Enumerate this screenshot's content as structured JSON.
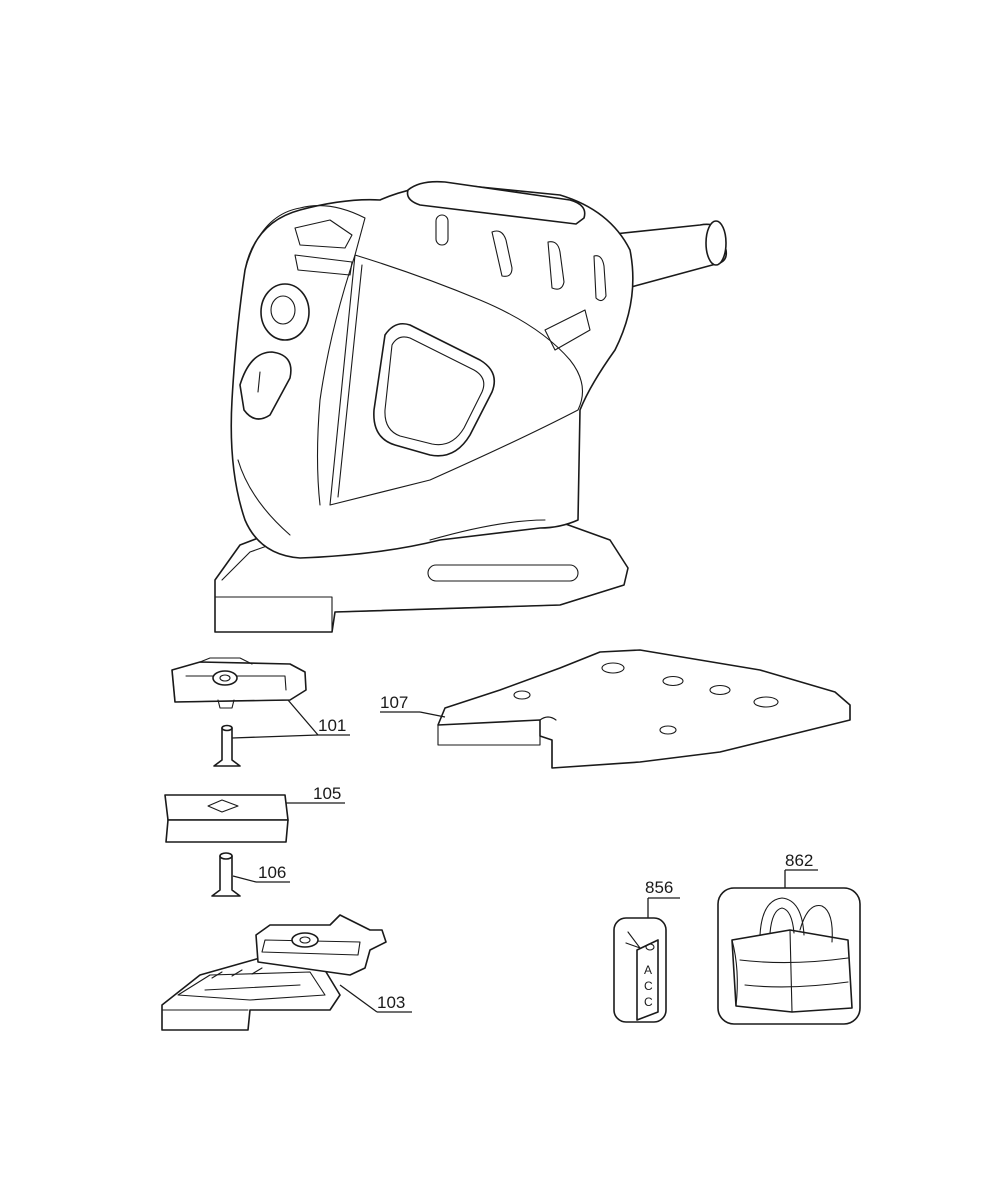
{
  "parts": [
    {
      "id": "101",
      "label": "101"
    },
    {
      "id": "103",
      "label": "103"
    },
    {
      "id": "105",
      "label": "105"
    },
    {
      "id": "106",
      "label": "106"
    },
    {
      "id": "107",
      "label": "107"
    },
    {
      "id": "856",
      "label": "856"
    },
    {
      "id": "862",
      "label": "862"
    }
  ],
  "tag_text": {
    "letters": [
      "A",
      "C",
      "C"
    ]
  }
}
